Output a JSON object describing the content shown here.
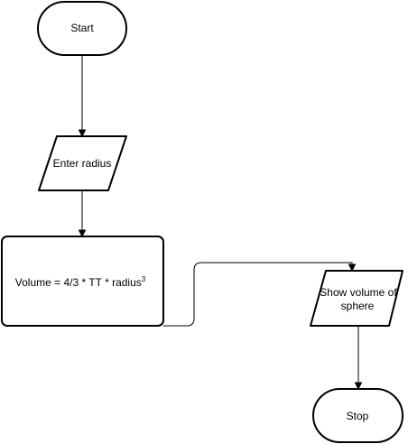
{
  "flowchart": {
    "start": {
      "label": "Start"
    },
    "input": {
      "label": "Enter radius"
    },
    "process": {
      "label": "Volume = 4/3 * TT * radius",
      "superscript": "3"
    },
    "output": {
      "line1": "Show volume of",
      "line2": "sphere"
    },
    "stop": {
      "label": "Stop"
    }
  },
  "colors": {
    "stroke": "#000000",
    "fill": "#ffffff",
    "background": "#ffffff"
  }
}
